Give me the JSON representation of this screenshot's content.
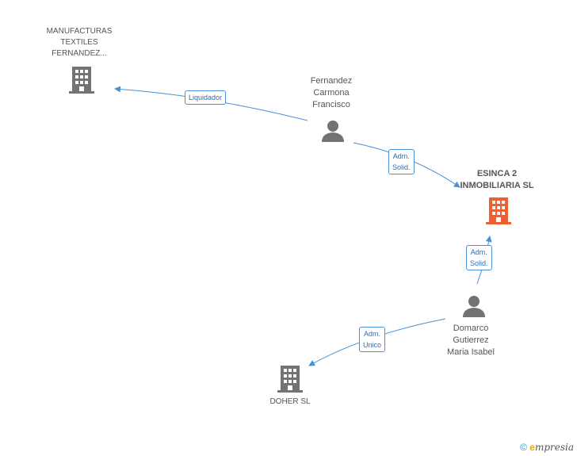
{
  "nodes": {
    "manufacturas": {
      "label": "MANUFACTURAS\nTEXTILES\nFERNANDEZ...",
      "icon": "building-icon"
    },
    "fernandez": {
      "label": "Fernandez\nCarmona\nFrancisco",
      "icon": "person-icon"
    },
    "esinca": {
      "label": "ESINCA 2\nINMOBILIARIA SL",
      "icon": "building-icon"
    },
    "domarco": {
      "label": "Domarco\nGutierrez\nMaria Isabel",
      "icon": "person-icon"
    },
    "doher": {
      "label": "DOHER SL",
      "icon": "building-icon"
    }
  },
  "edges": {
    "liquidador": "Liquidador",
    "adm_solid_1": "Adm.\nSolid.",
    "adm_solid_2": "Adm.\nSolid.",
    "adm_unico": "Adm.\nUnico"
  },
  "colors": {
    "company": "#737373",
    "focus_company": "#f0602e",
    "person": "#737373",
    "edge": "#4a90d9"
  },
  "footer": {
    "copyright": "©",
    "brand": "mpresia",
    "brand_initial": "e"
  }
}
